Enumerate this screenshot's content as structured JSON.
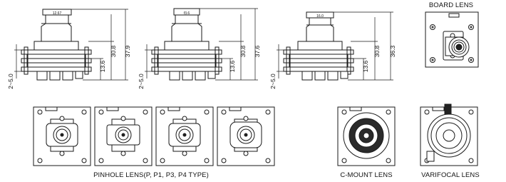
{
  "side_views": [
    {
      "lens_mark": "12.67",
      "dim_board": "2~5.0",
      "dim_base": "13.6",
      "dim_mid": "30.8",
      "dim_total": "37.9"
    },
    {
      "lens_mark": "f3.6",
      "dim_board": "2~5.0",
      "dim_base": "13.6",
      "dim_mid": "30.8",
      "dim_total": "37.6"
    },
    {
      "lens_mark": "16.0",
      "dim_board": "2~5.0",
      "dim_base": "13.6",
      "dim_mid": "30.8",
      "dim_total": "36.3"
    }
  ],
  "captions": {
    "board": "BOARD LENS",
    "pinhole": "PINHOLE LENS(P, P1, P3, P4 TYPE)",
    "cmount": "C-MOUNT LENS",
    "varifocal": "VARIFOCAL LENS"
  },
  "colors": {
    "line": "#1a1a1a",
    "fill": "#ffffff",
    "dark": "#222222"
  }
}
